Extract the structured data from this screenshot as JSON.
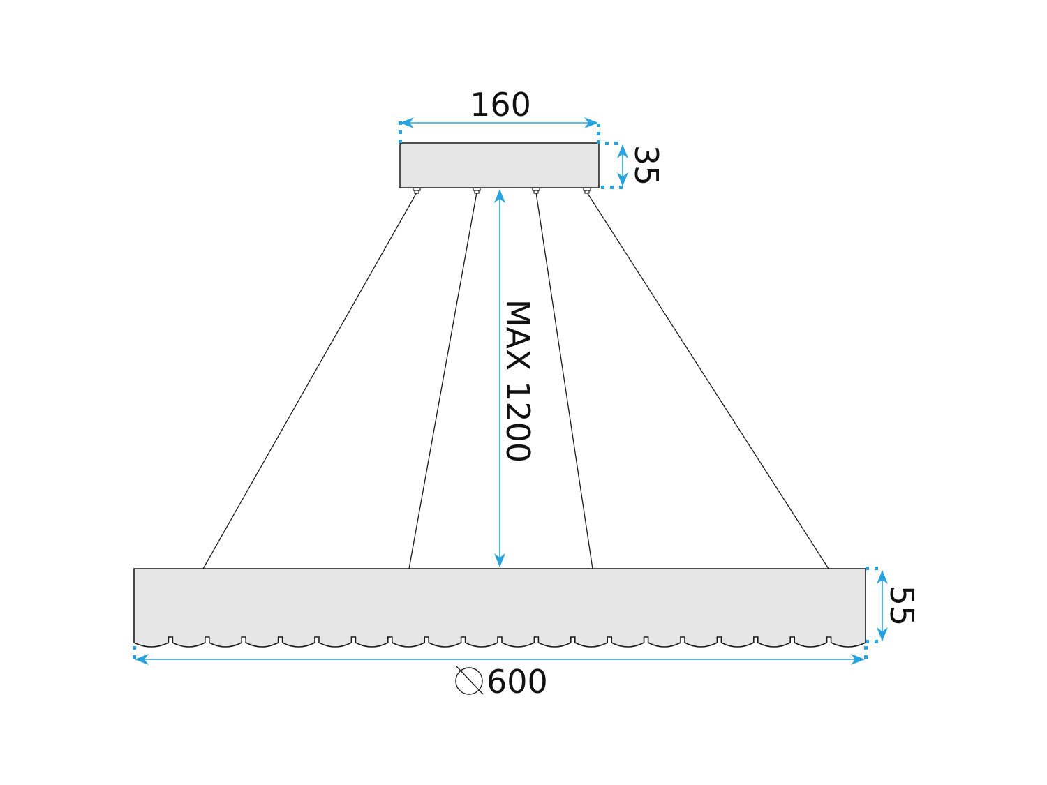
{
  "diagram": {
    "type": "technical-dimension-drawing",
    "subject": "pendant lamp",
    "units_shown": false,
    "colors": {
      "dimension_line": "#29a3dd",
      "outline": "#1a1a1a",
      "body_fill": "#e6e6e6",
      "text": "#111111",
      "background": "#ffffff"
    },
    "dimensions": {
      "canopy_width": {
        "label": "160",
        "orientation": "horizontal"
      },
      "canopy_height": {
        "label": "35",
        "orientation": "vertical-rotated"
      },
      "suspension_length": {
        "label": "MAX 1200",
        "orientation": "vertical-rotated"
      },
      "ring_height": {
        "label": "55",
        "orientation": "vertical-rotated"
      },
      "ring_diameter": {
        "label": "600",
        "symbol": "diameter-icon",
        "orientation": "horizontal"
      }
    },
    "components": {
      "canopy": {
        "name": "ceiling canopy",
        "mount_points": 4
      },
      "cables": {
        "count": 4
      },
      "ring": {
        "name": "lamp ring",
        "bottom_edge": "scalloped",
        "scallop_count": 20
      }
    }
  }
}
